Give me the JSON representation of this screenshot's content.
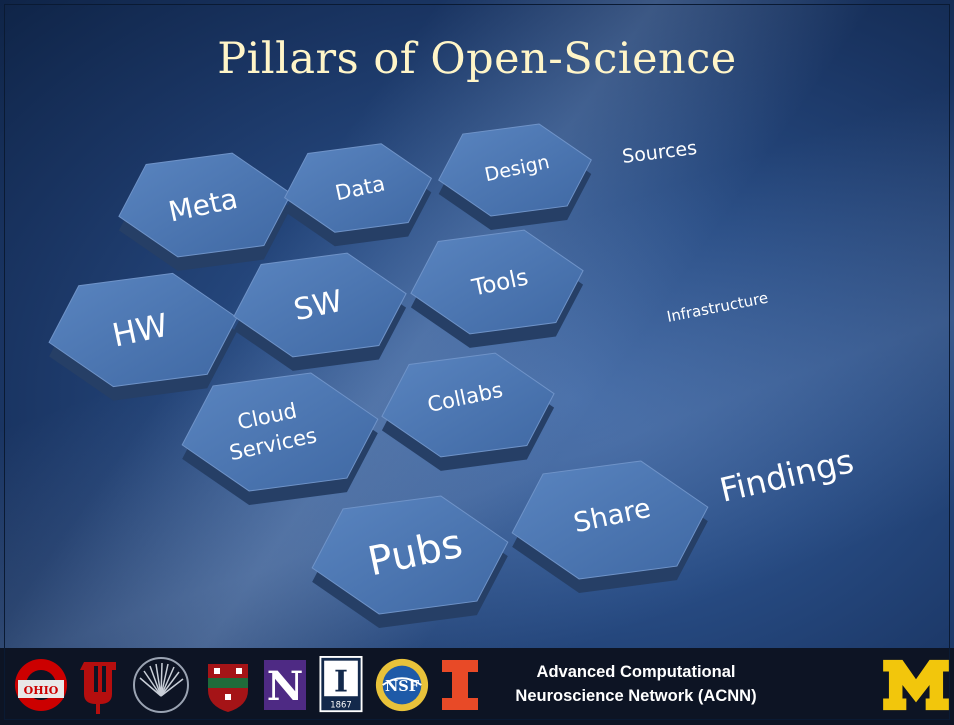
{
  "slide": {
    "title": "Pillars of Open-Science",
    "hexagons": [
      {
        "label_lines": [
          "Meta"
        ]
      },
      {
        "label_lines": [
          "Data"
        ]
      },
      {
        "label_lines": [
          "Design"
        ]
      },
      {
        "label_lines": [
          "HW"
        ]
      },
      {
        "label_lines": [
          "SW"
        ]
      },
      {
        "label_lines": [
          "Tools"
        ]
      },
      {
        "label_lines": [
          "Cloud",
          "Services"
        ]
      },
      {
        "label_lines": [
          "Collabs"
        ]
      },
      {
        "label_lines": [
          "Pubs"
        ]
      },
      {
        "label_lines": [
          "Share"
        ]
      }
    ],
    "side_labels": {
      "sources": "Sources",
      "infrastructure": "Infrastructure",
      "findings": "Findings"
    },
    "colors": {
      "hex_face": "#4a73ad",
      "hex_side": "#263f66",
      "title": "#fff5c8",
      "footer_bg": "#0d1424",
      "michigan_maize": "#f2c60c"
    }
  },
  "footer": {
    "line1": "Advanced Computational",
    "line2": "Neuroscience Network (ACNN)",
    "logos": [
      "ohio-state-logo",
      "indiana-logo",
      "case-western-logo",
      "wustl-logo",
      "northwestern-logo",
      "illinois-1867-logo",
      "nsf-logo",
      "illinois-block-i-logo",
      "michigan-logo"
    ],
    "nsf_text": "NSF",
    "year_text": "1867"
  }
}
